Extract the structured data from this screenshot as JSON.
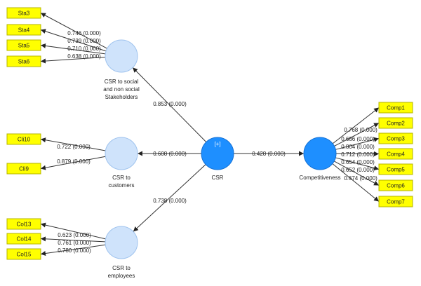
{
  "colors": {
    "indicator_fill": "#ffff00",
    "construct_light": "#cfe3fb",
    "construct_dark": "#1e8fff"
  },
  "constructs": {
    "csr": {
      "label": "CSR",
      "badge": "[+]"
    },
    "social": {
      "label_lines": [
        "CSR to social",
        "and non social",
        "Stakeholders"
      ]
    },
    "customers": {
      "label_lines": [
        "CSR to",
        "customers"
      ]
    },
    "employees": {
      "label_lines": [
        "CSR to",
        "employees"
      ]
    },
    "competitiveness": {
      "label": "Competitiveness"
    }
  },
  "indicators": {
    "social": [
      "Sta3",
      "Sta4",
      "Sta5",
      "Sta6"
    ],
    "customers": [
      "Cli10",
      "Cli9"
    ],
    "employees": [
      "Col13",
      "Col14",
      "Col15"
    ],
    "competitiveness": [
      "Comp1",
      "Comp2",
      "Comp3",
      "Comp4",
      "Comp5",
      "Comp6",
      "Comp7"
    ]
  },
  "loadings": {
    "social": [
      "0.746 (0.000)",
      "0.739 (0.000)",
      "0.710 (0.000)",
      "0.638 (0.000)"
    ],
    "customers": [
      "0.722 (0.000)",
      "0.879 (0.000)"
    ],
    "employees": [
      "0.623 (0.000)",
      "0.761 (0.000)",
      "0.780 (0.000)"
    ],
    "competitiveness": [
      "0.768 (0.000)",
      "0.686 (0.000)",
      "0.804 (0.000)",
      "0.712 (0.000)",
      "0.654 (0.000)",
      "0.652 (0.000)",
      "0.674 (0.000)"
    ]
  },
  "paths": {
    "csr_to_social": "0.853 (0.000)",
    "csr_to_customers": "0.608 (0.000)",
    "csr_to_employees": "0.738 (0.000)",
    "csr_to_competitiveness": "0.428 (0.000)"
  }
}
